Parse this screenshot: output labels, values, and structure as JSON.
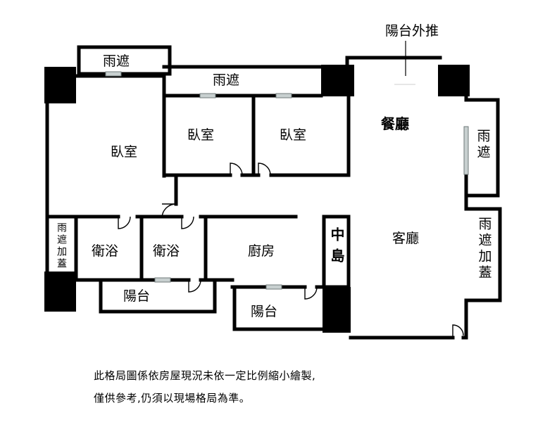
{
  "labels": {
    "balcony_push_out": "陽台外推",
    "canopy_top_left": "雨遮",
    "canopy_top_mid": "雨遮",
    "canopy_right": "雨遮",
    "canopy_roofed_left": "雨遮加蓋",
    "canopy_roofed_right": "雨遮加蓋",
    "bedroom_master": "臥室",
    "bedroom_2": "臥室",
    "bedroom_3": "臥室",
    "dining": "餐廳",
    "living": "客廳",
    "bath_1": "衛浴",
    "bath_2": "衛浴",
    "kitchen": "廚房",
    "island": "中島",
    "balcony_1": "陽台",
    "balcony_2": "陽台"
  },
  "disclaimer": {
    "line1": "此格局圖係依房屋現況未依一定比例縮小繪製,",
    "line2": "僅供參考,仍須以現場格局為準。"
  },
  "colors": {
    "wall": "#000000",
    "background": "#ffffff",
    "window": "#9aa8a8"
  }
}
